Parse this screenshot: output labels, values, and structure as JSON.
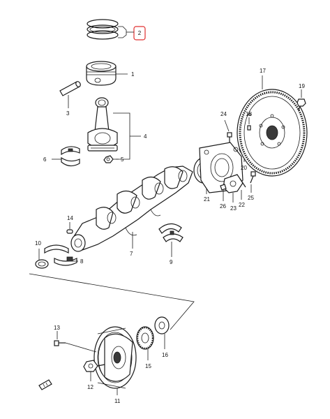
{
  "highlight_color": "#e03030",
  "labels": {
    "l1": "1",
    "l2": "2",
    "l3": "3",
    "l4": "4",
    "l5": "5",
    "l6": "6",
    "l7": "7",
    "l8": "8",
    "l9": "9",
    "l10": "10",
    "l11": "11",
    "l12": "12",
    "l13": "13",
    "l14": "14",
    "l15": "15",
    "l16": "16",
    "l17": "17",
    "l18": "18",
    "l19": "19",
    "l20": "20",
    "l21": "21",
    "l22": "22",
    "l23": "23",
    "l24": "24",
    "l25": "25",
    "l26": "26"
  }
}
